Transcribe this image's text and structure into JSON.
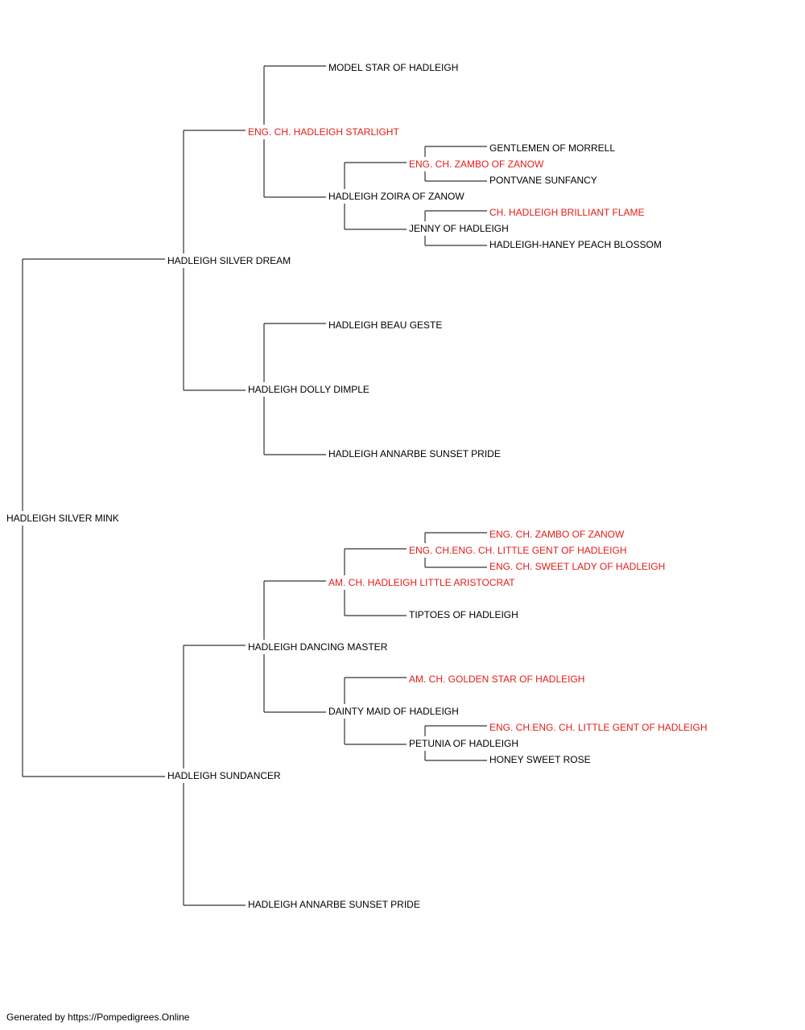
{
  "colors": {
    "champion": "#e41b17",
    "regular": "#000000",
    "line": "#333333"
  },
  "pedigree": {
    "root": "HADLEIGH SILVER MINK",
    "sire": "HADLEIGH SILVER DREAM",
    "sire_sire": "ENG. CH. HADLEIGH STARLIGHT",
    "sire_sire_sire": "MODEL STAR OF HADLEIGH",
    "sire_sire_dam": "HADLEIGH ZOIRA OF ZANOW",
    "sire_sire_dam_sire": "ENG. CH. ZAMBO OF ZANOW",
    "sire_sire_dam_sire_sire": "GENTLEMEN OF MORRELL",
    "sire_sire_dam_sire_dam": "PONTVANE SUNFANCY",
    "sire_sire_dam_dam": "JENNY OF HADLEIGH",
    "sire_sire_dam_dam_sire": "CH. HADLEIGH BRILLIANT FLAME",
    "sire_sire_dam_dam_dam": "HADLEIGH-HANEY PEACH BLOSSOM",
    "sire_dam": "HADLEIGH DOLLY DIMPLE",
    "sire_dam_sire": "HADLEIGH BEAU GESTE",
    "sire_dam_dam": "HADLEIGH ANNARBE SUNSET PRIDE",
    "dam": "HADLEIGH SUNDANCER",
    "dam_sire": "HADLEIGH DANCING MASTER",
    "dam_sire_sire": "AM. CH. HADLEIGH LITTLE ARISTOCRAT",
    "dam_sire_sire_sire": "ENG. CH.ENG. CH. LITTLE GENT OF HADLEIGH",
    "dam_sire_sire_sire_sire": "ENG. CH. ZAMBO OF ZANOW",
    "dam_sire_sire_sire_dam": "ENG. CH. SWEET LADY OF HADLEIGH",
    "dam_sire_sire_dam": "TIPTOES OF HADLEIGH",
    "dam_sire_dam": "DAINTY MAID OF HADLEIGH",
    "dam_sire_dam_sire": "AM. CH. GOLDEN STAR OF HADLEIGH",
    "dam_sire_dam_dam": "PETUNIA OF HADLEIGH",
    "dam_sire_dam_dam_sire": "ENG. CH.ENG. CH. LITTLE GENT OF HADLEIGH",
    "dam_sire_dam_dam_dam": "HONEY SWEET ROSE",
    "dam_dam": "HADLEIGH ANNARBE SUNSET PRIDE"
  },
  "footer": "Generated by https://Pompedigrees.Online"
}
